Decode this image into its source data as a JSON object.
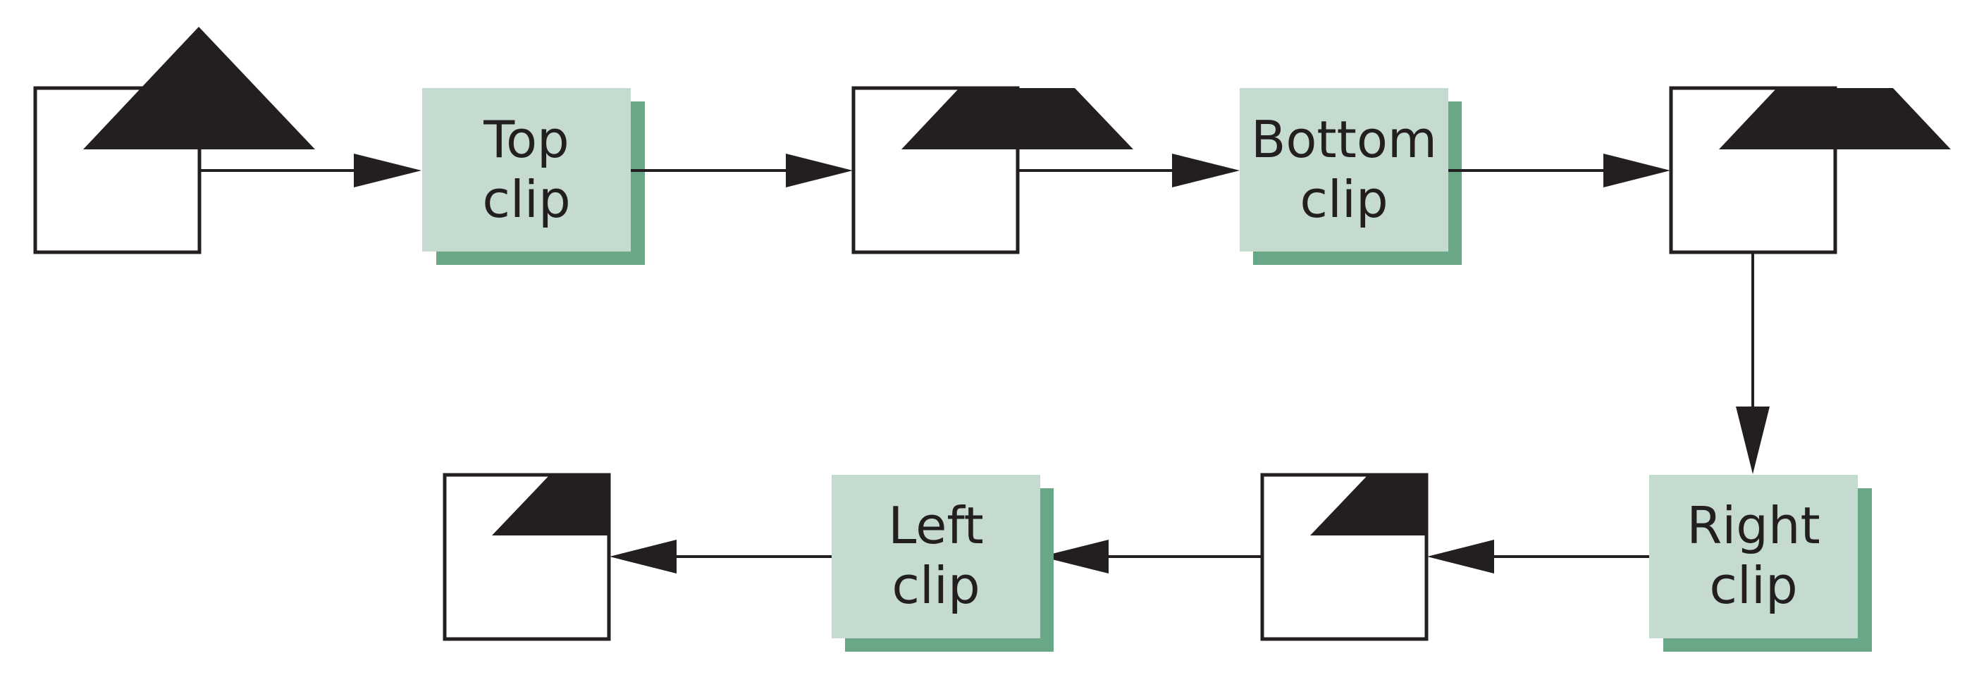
{
  "colors": {
    "ink": "#231f20",
    "box_fill": "#c5dbcf",
    "box_shadow": "#6aa787",
    "background": "#ffffff"
  },
  "stages": [
    {
      "id": "top",
      "line1": "Top",
      "line2": "clip"
    },
    {
      "id": "bottom",
      "line1": "Bottom",
      "line2": "clip"
    },
    {
      "id": "right",
      "line1": "Right",
      "line2": "clip"
    },
    {
      "id": "left",
      "line1": "Left",
      "line2": "clip"
    }
  ]
}
